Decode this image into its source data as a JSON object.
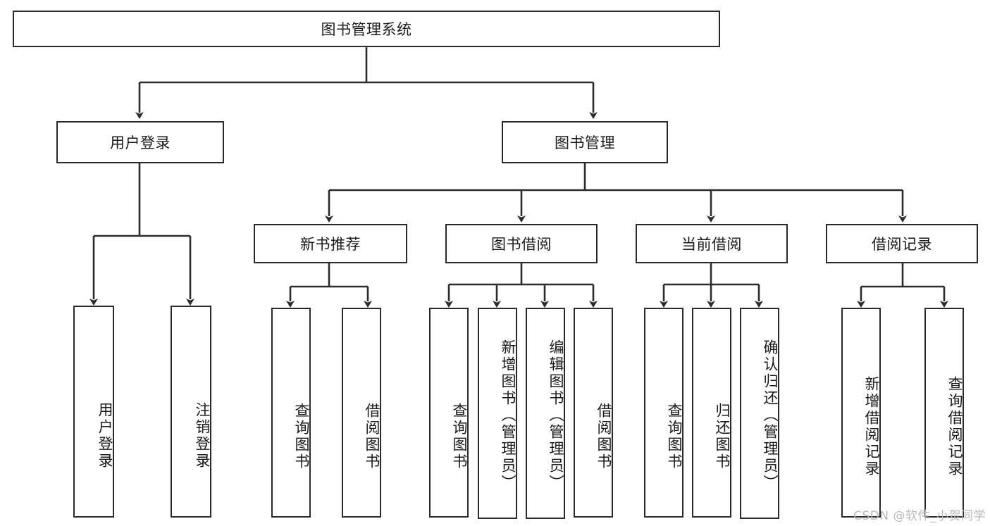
{
  "diagram": {
    "type": "tree-hierarchy",
    "title": "图书管理系统",
    "root": {
      "id": "root",
      "label": "图书管理系统",
      "orientation": "horizontal"
    },
    "level2": [
      {
        "id": "user-login",
        "label": "用户登录",
        "orientation": "horizontal"
      },
      {
        "id": "book-management",
        "label": "图书管理",
        "orientation": "horizontal"
      }
    ],
    "level3": [
      {
        "id": "new-book-recommend",
        "label": "新书推荐",
        "orientation": "horizontal"
      },
      {
        "id": "book-borrow",
        "label": "图书借阅",
        "orientation": "horizontal"
      },
      {
        "id": "current-borrow",
        "label": "当前借阅",
        "orientation": "horizontal"
      },
      {
        "id": "borrow-record",
        "label": "借阅记录",
        "orientation": "horizontal"
      }
    ],
    "leaves": {
      "user_login": [
        {
          "id": "leaf-user-login",
          "label": "用户登录"
        },
        {
          "id": "leaf-logout-login",
          "label": "注销登录"
        }
      ],
      "new_book_recommend": [
        {
          "id": "leaf-query-book-1",
          "label": "查询图书"
        },
        {
          "id": "leaf-borrow-book-1",
          "label": "借阅图书"
        }
      ],
      "book_borrow": [
        {
          "id": "leaf-query-book-2",
          "label": "查询图书"
        },
        {
          "id": "leaf-add-book-admin",
          "label": "新增图书（管理员）"
        },
        {
          "id": "leaf-edit-book-admin",
          "label": "编辑图书（管理员）"
        },
        {
          "id": "leaf-borrow-book-2",
          "label": "借阅图书"
        }
      ],
      "current_borrow": [
        {
          "id": "leaf-query-book-3",
          "label": "查询图书"
        },
        {
          "id": "leaf-return-book",
          "label": "归还图书"
        },
        {
          "id": "leaf-confirm-return-admin",
          "label": "确认归还（管理员）"
        }
      ],
      "borrow_record": [
        {
          "id": "leaf-add-borrow-record",
          "label": "新增借阅记录"
        },
        {
          "id": "leaf-query-borrow-record",
          "label": "查询借阅记录"
        }
      ]
    },
    "colors": {
      "stroke": "#2b2b2b",
      "fill": "#ffffff",
      "text": "#1a1a1a",
      "watermark": "#b9b9b9"
    }
  },
  "watermark": {
    "text": "CSDN @软件_小贺同学"
  }
}
